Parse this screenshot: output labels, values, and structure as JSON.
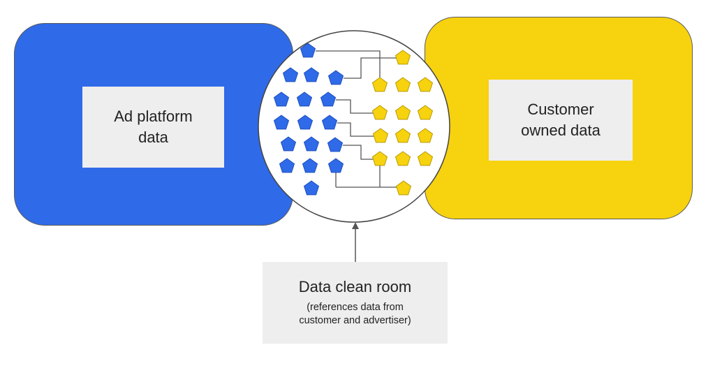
{
  "colors": {
    "advertiser": "#2f6ae8",
    "customer": "#f7d20f",
    "label_bg": "#eeeeee",
    "line": "#555555"
  },
  "ad_platform": {
    "label_line1": "Ad platform",
    "label_line2": "data"
  },
  "customer": {
    "label_line1": "Customer",
    "label_line2": "owned data"
  },
  "clean_room": {
    "title": "Data clean room",
    "sub_line1": "(references data from",
    "sub_line2": "customer and advertiser)"
  },
  "icons": {
    "blue_marker": "pentagon",
    "yellow_marker": "pentagon"
  }
}
